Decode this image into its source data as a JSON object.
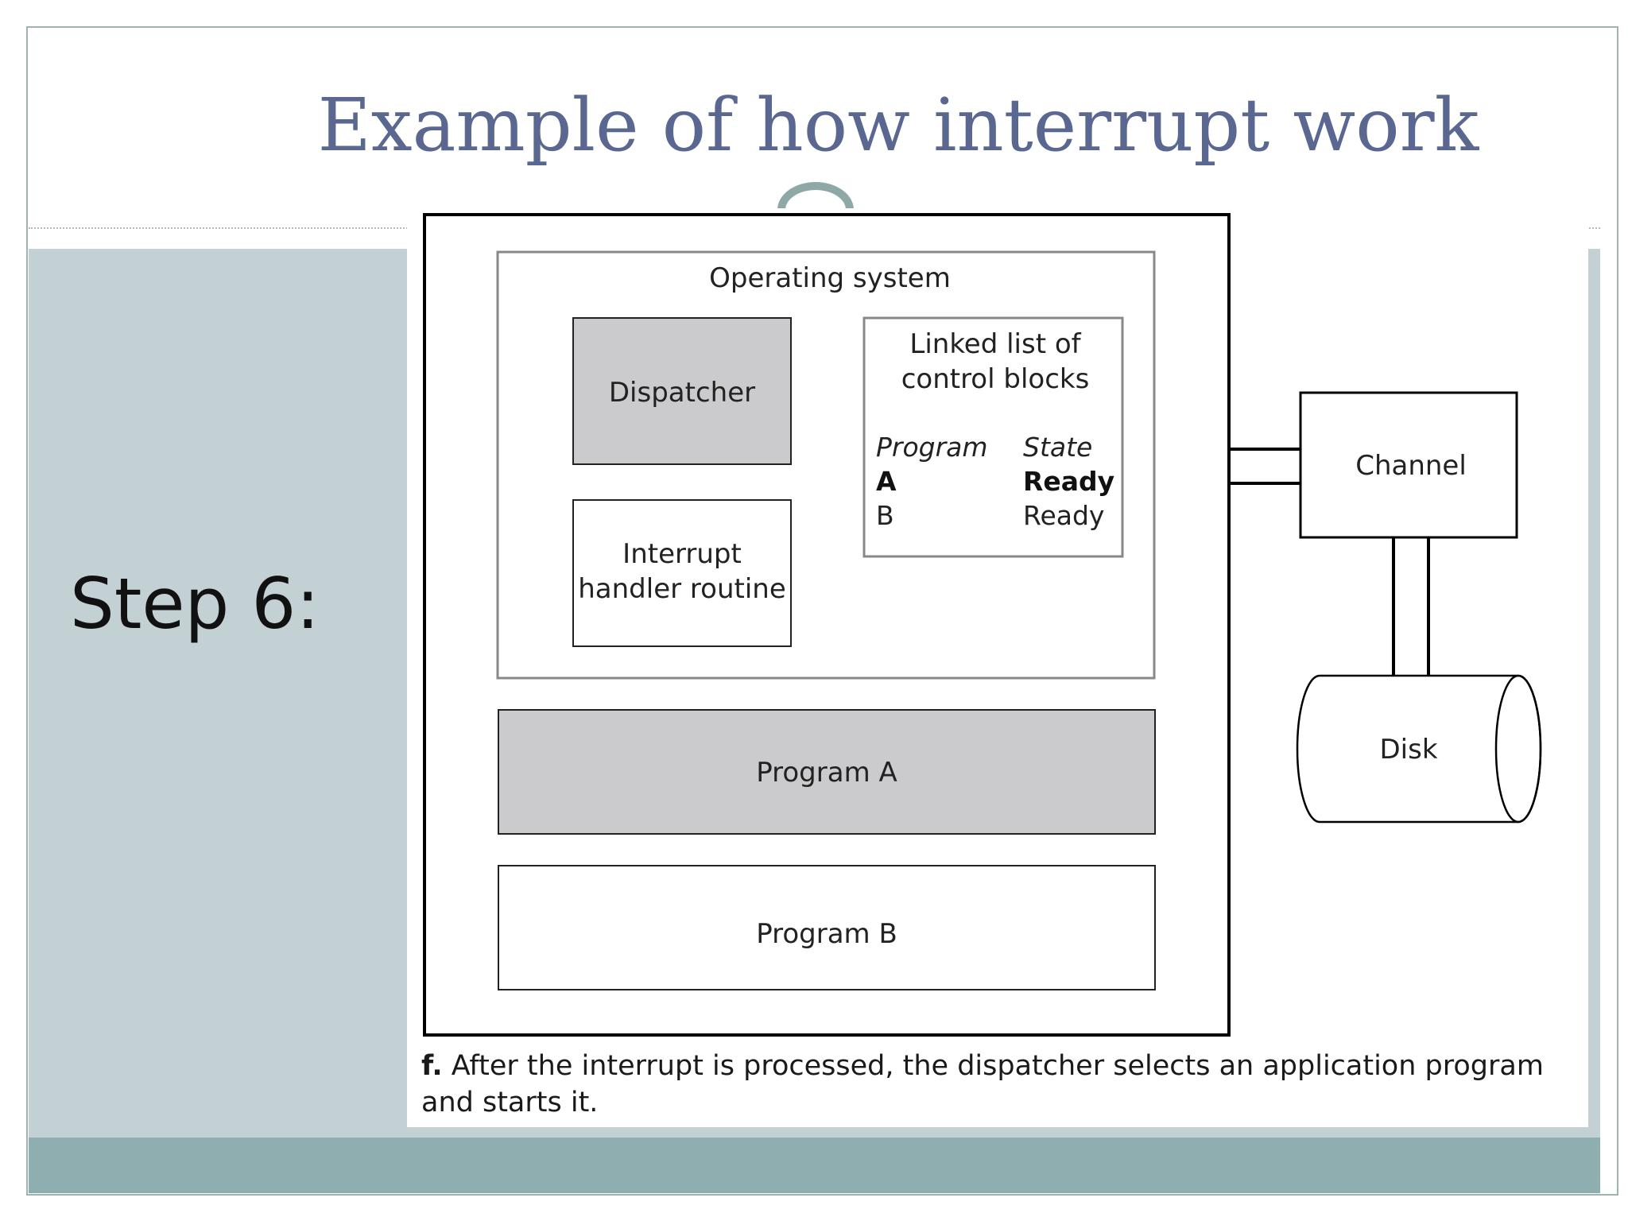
{
  "slide": {
    "title": "Example of how interrupt work",
    "step_label": "Step 6:"
  },
  "diagram": {
    "os_label": "Operating system",
    "dispatcher_label": "Dispatcher",
    "interrupt_handler_line1": "Interrupt",
    "interrupt_handler_line2": "handler routine",
    "linked_list_line1": "Linked list of",
    "linked_list_line2": "control blocks",
    "table_header_program": "Program",
    "table_header_state": "State",
    "row_a_program": "A",
    "row_a_state": "Ready",
    "row_b_program": "B",
    "row_b_state": "Ready",
    "program_a_label": "Program A",
    "program_b_label": "Program B",
    "channel_label": "Channel",
    "disk_label": "Disk"
  },
  "caption": {
    "prefix": "f.",
    "text": " After the interrupt is processed, the dispatcher selects an application program and starts it."
  },
  "colors": {
    "title": "#5a6790",
    "band": "#c4d1d4",
    "footer_band": "#8faeb0",
    "shaded_box": "#cbcbcd"
  }
}
